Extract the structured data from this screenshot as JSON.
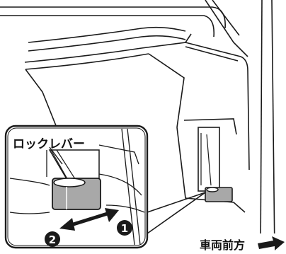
{
  "callout": {
    "label": "ロックレバー",
    "step_one_marker": "1",
    "step_two_marker": "2"
  },
  "direction": {
    "label": "車両前方",
    "icon": "arrow-right-icon"
  },
  "colors": {
    "line": "#1a1a1a",
    "lever_gray": "#a8a8a8",
    "background": "#ffffff"
  }
}
